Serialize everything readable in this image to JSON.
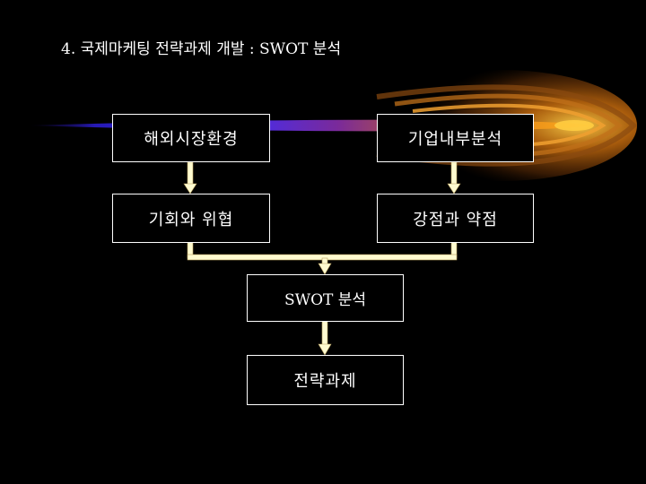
{
  "title": "4. 국제마케팅 전략과제 개발 : SWOT 분석",
  "colors": {
    "background": "#000000",
    "box_border": "#ffffff",
    "connector_fill": "#fffbd0",
    "swoosh_orange": "#ff9a00",
    "swoosh_blue": "#3a2cff"
  },
  "boxes": {
    "external_env": "해외시장환경",
    "internal_analysis": "기업내부분석",
    "opportunities_threats": "기회와 위협",
    "strengths_weaknesses": "강점과 약점",
    "swot_analysis": "SWOT 분석",
    "strategic_tasks": "전략과제"
  }
}
